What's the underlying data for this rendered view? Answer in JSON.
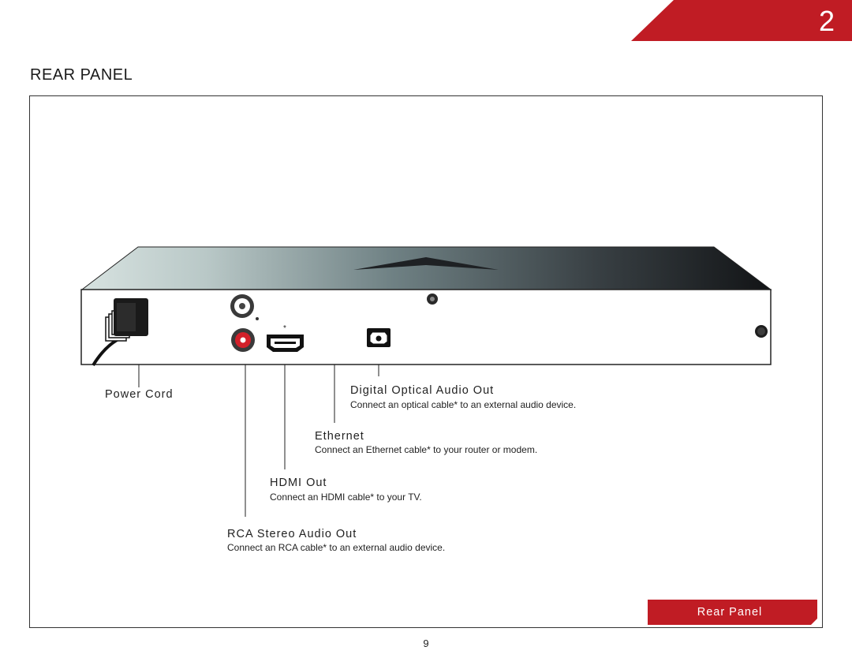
{
  "header": {
    "chapter_number": "2",
    "section_title": "REAR PANEL"
  },
  "device": {
    "hdmi_asterisk": "*",
    "ports": [
      {
        "title": "Power Cord",
        "description": ""
      },
      {
        "title": "Digital Optical Audio Out",
        "description": "Connect an optical cable* to an external audio device."
      },
      {
        "title": "Ethernet",
        "description": "Connect an Ethernet cable* to your router or modem."
      },
      {
        "title": "HDMI Out",
        "description": "Connect an HDMI cable* to your TV."
      },
      {
        "title": "RCA Stereo Audio Out",
        "description": "Connect an RCA cable* to an external audio device."
      }
    ]
  },
  "footer": {
    "tab_label": "Rear Panel",
    "page_number": "9"
  },
  "colors": {
    "brand_red": "#c01c24",
    "rca_red": "#d3202a"
  }
}
